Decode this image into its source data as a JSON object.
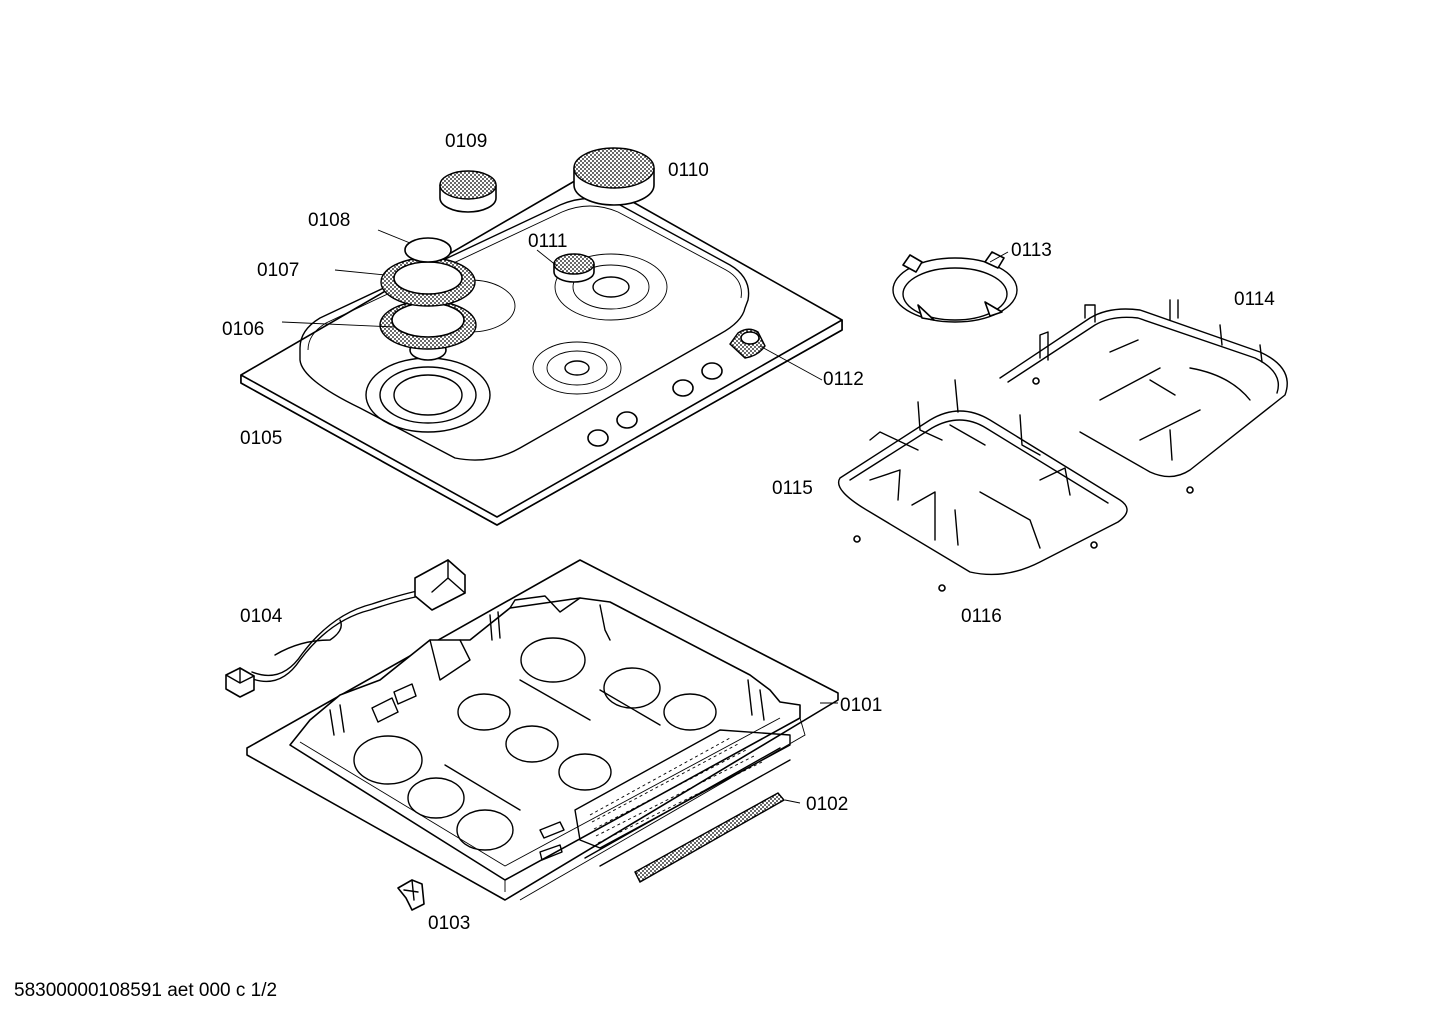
{
  "parts": [
    {
      "id": "0101",
      "label": "0101"
    },
    {
      "id": "0102",
      "label": "0102"
    },
    {
      "id": "0103",
      "label": "0103"
    },
    {
      "id": "0104",
      "label": "0104"
    },
    {
      "id": "0105",
      "label": "0105"
    },
    {
      "id": "0106",
      "label": "0106"
    },
    {
      "id": "0107",
      "label": "0107"
    },
    {
      "id": "0108",
      "label": "0108"
    },
    {
      "id": "0109",
      "label": "0109"
    },
    {
      "id": "0110",
      "label": "0110"
    },
    {
      "id": "0111",
      "label": "0111"
    },
    {
      "id": "0112",
      "label": "0112"
    },
    {
      "id": "0113",
      "label": "0113"
    },
    {
      "id": "0114",
      "label": "0114"
    },
    {
      "id": "0115",
      "label": "0115"
    },
    {
      "id": "0116",
      "label": "0116"
    }
  ],
  "footer": {
    "text": "58300000108591 aet 000 c 1/2"
  }
}
